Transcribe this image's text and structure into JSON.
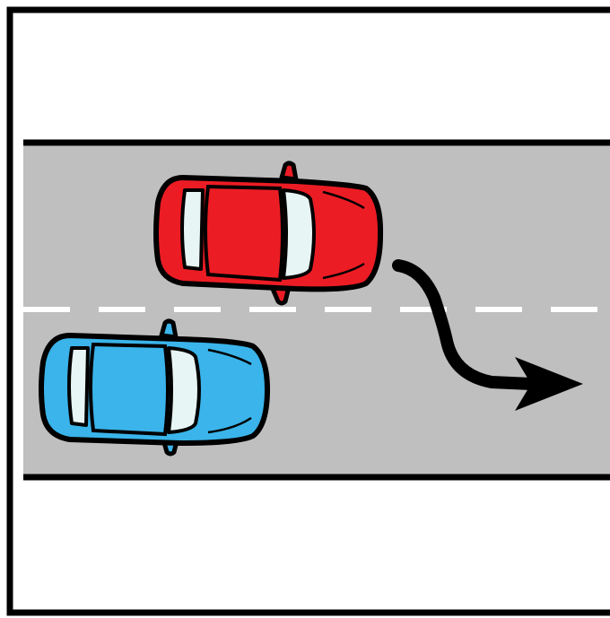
{
  "scene": {
    "road_color": "#bfbfbf",
    "edge_line_color": "#000000",
    "lane_marking_color": "#ffffff",
    "frame_color": "#000000",
    "background": "#ffffff"
  },
  "vehicles": [
    {
      "id": "red-car",
      "body_color": "#ec1c24",
      "glass_color": "#e8f5f5",
      "heading": "right"
    },
    {
      "id": "blue-car",
      "body_color": "#3ab4ea",
      "glass_color": "#e8f5f5",
      "heading": "right"
    }
  ],
  "path_arrow": {
    "icon": "lane-change-arrow-icon",
    "color": "#000000",
    "direction": "down-right"
  }
}
